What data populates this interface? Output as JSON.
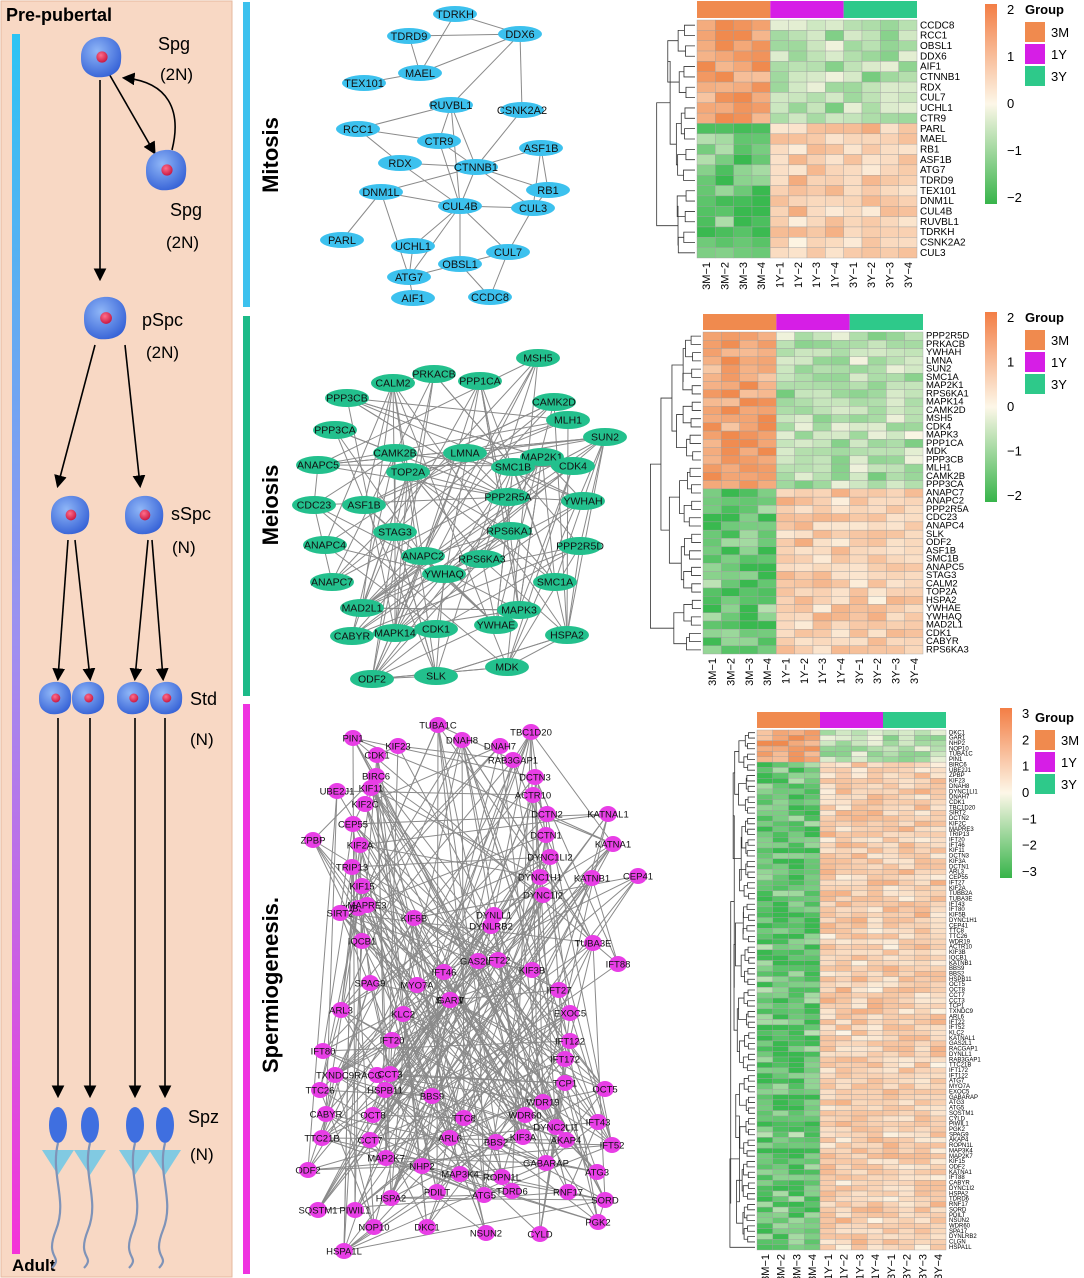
{
  "title_left": "Pre-pubertal",
  "bottom_left": "Adult",
  "stages": {
    "spg1": "Spg",
    "spg1_ploidy": "(2N)",
    "spg2": "Spg",
    "spg2_ploidy": "(2N)",
    "pspc": "pSpc",
    "pspc_ploidy": "(2N)",
    "sspc": "sSpc",
    "sspc_ploidy": "(N)",
    "std": "Std",
    "std_ploidy": "(N)",
    "spz": "Spz",
    "spz_ploidy": "(N)"
  },
  "sections": [
    {
      "name": "Mitosis",
      "color": "#3cc1ee"
    },
    {
      "name": "Meiosis",
      "color": "#1cba88"
    },
    {
      "name": "Spermiogenesis.",
      "color": "#ef33e0"
    }
  ],
  "colors": {
    "panel_bg": "#f8d8c4",
    "mitosis": "#3cc1ee",
    "meiosis": "#23c08d",
    "spermio": "#e83ee6",
    "high": "#f08a4e",
    "mid": "#fdf6e6",
    "low": "#39b94f",
    "g3M": "#f08a4e",
    "g1Y": "#d61ee6",
    "g3Y": "#2ec98a"
  },
  "legend": {
    "title": "Group",
    "items": [
      "3M",
      "1Y",
      "3Y"
    ]
  },
  "samples": [
    "3M−1",
    "3M−2",
    "3M−3",
    "3M−4",
    "1Y−1",
    "1Y−2",
    "1Y−3",
    "1Y−4",
    "3Y−1",
    "3Y−2",
    "3Y−3",
    "3Y−4"
  ],
  "scales": {
    "h1": [
      "2",
      "1",
      "0",
      "−1",
      "−2"
    ],
    "h2": [
      "2",
      "1",
      "0",
      "−1",
      "−2"
    ],
    "h3": [
      "3",
      "2",
      "1",
      "0",
      "−1",
      "−2",
      "−3"
    ]
  },
  "networks": {
    "mitosis": {
      "nodes": [
        "TDRKH",
        "TDRD9",
        "DDX6",
        "MAEL",
        "TEX101",
        "RUVBL1",
        "CSNK2A2",
        "RCC1",
        "CTR9",
        "ASF1B",
        "RDX",
        "CTNNB1",
        "RB1",
        "DNM1L",
        "CUL4B",
        "CUL3",
        "UCHL1",
        "PARL",
        "ATG7",
        "CUL7",
        "OBSL1",
        "AIF1",
        "CCDC8"
      ],
      "edges": [
        [
          "TDRKH",
          "DDX6"
        ],
        [
          "TDRKH",
          "MAEL"
        ],
        [
          "TDRD9",
          "MAEL"
        ],
        [
          "TDRD9",
          "DDX6"
        ],
        [
          "MAEL",
          "TEX101"
        ],
        [
          "MAEL",
          "DDX6"
        ],
        [
          "DDX6",
          "RUVBL1"
        ],
        [
          "DDX6",
          "CSNK2A2"
        ],
        [
          "RUVBL1",
          "CTR9"
        ],
        [
          "RUVBL1",
          "CTNNB1"
        ],
        [
          "RUVBL1",
          "CUL4B"
        ],
        [
          "RUVBL1",
          "RCC1"
        ],
        [
          "CSNK2A2",
          "CTNNB1"
        ],
        [
          "RCC1",
          "CTR9"
        ],
        [
          "RCC1",
          "RDX"
        ],
        [
          "CTR9",
          "CTNNB1"
        ],
        [
          "CTR9",
          "CUL4B"
        ],
        [
          "RDX",
          "CTNNB1"
        ],
        [
          "RDX",
          "CUL4B"
        ],
        [
          "CTNNB1",
          "ASF1B"
        ],
        [
          "CTNNB1",
          "RB1"
        ],
        [
          "CTNNB1",
          "CUL4B"
        ],
        [
          "CTNNB1",
          "CUL3"
        ],
        [
          "CTNNB1",
          "DNM1L"
        ],
        [
          "ASF1B",
          "RB1"
        ],
        [
          "ASF1B",
          "CUL3"
        ],
        [
          "CUL4B",
          "CUL3"
        ],
        [
          "CUL4B",
          "UCHL1"
        ],
        [
          "CUL4B",
          "ATG7"
        ],
        [
          "CUL4B",
          "CUL7"
        ],
        [
          "CUL4B",
          "OBSL1"
        ],
        [
          "CUL4B",
          "DNM1L"
        ],
        [
          "DNM1L",
          "PARL"
        ],
        [
          "DNM1L",
          "ATG7"
        ],
        [
          "UCHL1",
          "ATG7"
        ],
        [
          "CUL3",
          "CUL7"
        ],
        [
          "CUL3",
          "RB1"
        ],
        [
          "CUL7",
          "OBSL1"
        ],
        [
          "CUL7",
          "CCDC8"
        ],
        [
          "OBSL1",
          "CCDC8"
        ],
        [
          "OBSL1",
          "ATG7"
        ],
        [
          "ATG7",
          "AIF1"
        ]
      ]
    },
    "meiosis": {
      "nodes": [
        "MSH5",
        "PRKACB",
        "CALM2",
        "PPP1CA",
        "PPP3CB",
        "CAMK2D",
        "MLH1",
        "MAP2K1",
        "PPP3CA",
        "SUN2",
        "CAMK2B",
        "LMNA",
        "ANAPC5",
        "TOP2A",
        "SMC1B",
        "CDK4",
        "CDC23",
        "ASF1B",
        "PPP2R5A",
        "YWHAH",
        "STAG3",
        "RPS6KA1",
        "ANAPC4",
        "ANAPC2",
        "RPS6KA3",
        "PPP2R5D",
        "YWHAQ",
        "ANAPC7",
        "SMC1A",
        "MAD2L1",
        "MAPK3",
        "CDK1",
        "YWHAE",
        "MAPK14",
        "CABYR",
        "ODF2",
        "SLK",
        "MDK",
        "HSPA2"
      ],
      "edges": []
    },
    "spermio": {
      "nodes": [
        "TUBA1C",
        "PIN1",
        "DNAH8",
        "TBC1D20",
        "KIF23",
        "DNAH7",
        "CDK1",
        "RAB3GAP1",
        "BIRC6",
        "KIF11",
        "DCTN3",
        "UBE2J1",
        "KIF2C",
        "ACTR10",
        "CEP55",
        "DCTN2",
        "KATNAL1",
        "ZPBP",
        "KIF2A",
        "DCTN1",
        "KATNA1",
        "TRIP13",
        "DYNC1LI2",
        "KIF15",
        "DYNC1H1",
        "CEP41",
        "TUBB2A",
        "DYNC1I2",
        "KATNB1",
        "SIRT2",
        "MAPRE3",
        "KIF5B",
        "DYNLL1",
        "DYNLRB2",
        "TUBA3E",
        "IQCB1",
        "GAS2L1",
        "IFT22",
        "IFT46",
        "KIF3B",
        "IFT88",
        "SPAG9",
        "MYO7A",
        "IFT27",
        "ARL3",
        "KLC2",
        "EXOC5",
        "IFT20",
        "IFT122",
        "IFT80",
        "IFT172",
        "TXNDC9",
        "RACGAP1",
        "CCT3",
        "TCP1",
        "TTC26",
        "HSPB11",
        "OCT5",
        "BBS9",
        "WDR19",
        "CABYR",
        "OCT8",
        "TTC8",
        "WDR60",
        "TTC21B",
        "CCT7",
        "ARL6",
        "BBS2",
        "KIF3A",
        "DYNC2LI1",
        "IFT43",
        "IFT52",
        "AKAP4",
        "ODF2",
        "MAP2K7",
        "NHP2",
        "GABARAP",
        "ATG3",
        "MAP3K4",
        "ROPN1L",
        "TDRD6",
        "RNF17",
        "SORD",
        "HSPA2",
        "PDILT",
        "ATG5",
        "SQSTM1",
        "PIWIL1",
        "NOP10",
        "DKC1",
        "NSUN2",
        "CYLD",
        "PGK2",
        "HSPA1L",
        "CLGN",
        "SPA17",
        "GAR1"
      ],
      "edges": []
    }
  },
  "heatmaps": {
    "h1": {
      "genes": [
        "CCDC8",
        "RCC1",
        "OBSL1",
        "DDX6",
        "AIF1",
        "CTNNB1",
        "RDX",
        "CUL7",
        "UCHL1",
        "CTR9",
        "PARL",
        "MAEL",
        "RB1",
        "ASF1B",
        "ATG7",
        "TDRD9",
        "TEX101",
        "DNM1L",
        "CUL4B",
        "RUVBL1",
        "TDRKH",
        "CSNK2A2",
        "CUL3"
      ]
    },
    "h2": {
      "genes": [
        "PPP2R5D",
        "PRKACB",
        "YWHAH",
        "LMNA",
        "SUN2",
        "SMC1A",
        "MAP2K1",
        "RPS6KA1",
        "MAPK14",
        "CAMK2D",
        "MSH5",
        "CDK4",
        "MAPK3",
        "PPP1CA",
        "MDK",
        "PPP3CB",
        "MLH1",
        "CAMK2B",
        "PPP3CA",
        "ANAPC7",
        "ANAPC2",
        "PPP2R5A",
        "CDC23",
        "ANAPC4",
        "SLK",
        "ODF2",
        "ASF1B",
        "SMC1B",
        "ANAPC5",
        "STAG3",
        "CALM2",
        "TOP2A",
        "HSPA2",
        "YWHAE",
        "YWHAQ",
        "MAD2L1",
        "CDK1",
        "CABYR",
        "RPS6KA3"
      ]
    },
    "h3": {
      "genes": [
        "DKC1",
        "GAR1",
        "NHP2",
        "NOP10",
        "TUBA1C",
        "PIN1",
        "BIRC6",
        "UBE2J1",
        "ZPBP",
        "KIF23",
        "DNAH8",
        "DYNC1LI1",
        "DNAH7",
        "CDK1",
        "TBC1D20",
        "SIRT2",
        "DCTN2",
        "KIF2C",
        "MAPRE3",
        "TRIP13",
        "IFT20",
        "IFT46",
        "KIF11",
        "DCTN3",
        "KIF3A",
        "DCTN1",
        "ARL3",
        "CEP55",
        "IFT27",
        "KIF2A",
        "TUBB2A",
        "TUBA3E",
        "IFT43",
        "IFT80",
        "KIF5B",
        "DYNC1H1",
        "CEP41",
        "TTC8",
        "TTC26",
        "WDR19",
        "ACTR10",
        "KIF3B",
        "IQCB1",
        "KATNB1",
        "BBS9",
        "BBS2",
        "HSPB11",
        "OCT5",
        "OCT8",
        "CCT7",
        "CCT3",
        "TCP1",
        "TXNDC9",
        "ARL6",
        "IFT22",
        "IFT52",
        "KLC2",
        "KATNAL1",
        "GAS2L1",
        "RACGAP1",
        "DYNLL1",
        "RAB3GAP1",
        "TTC21B",
        "IFT172",
        "IFT122",
        "ATG7",
        "MYO7A",
        "EXOC5",
        "GABARAP",
        "ATG3",
        "ATG5",
        "SQSTM1",
        "CYLD",
        "PIWIL1",
        "PGK2",
        "SPAG9",
        "AKAP4",
        "ROPN1L",
        "MAP3K4",
        "MAP2K7",
        "KIF15",
        "ODF2",
        "KATNA1",
        "IFT88",
        "CABYR",
        "DYNC1I2",
        "HSPA2",
        "TDRD6",
        "RNF17",
        "SORD",
        "PDILT",
        "NSUN2",
        "WDR60",
        "SPA17",
        "DYNLRB2",
        "CLGN",
        "HSPA1L"
      ]
    }
  }
}
